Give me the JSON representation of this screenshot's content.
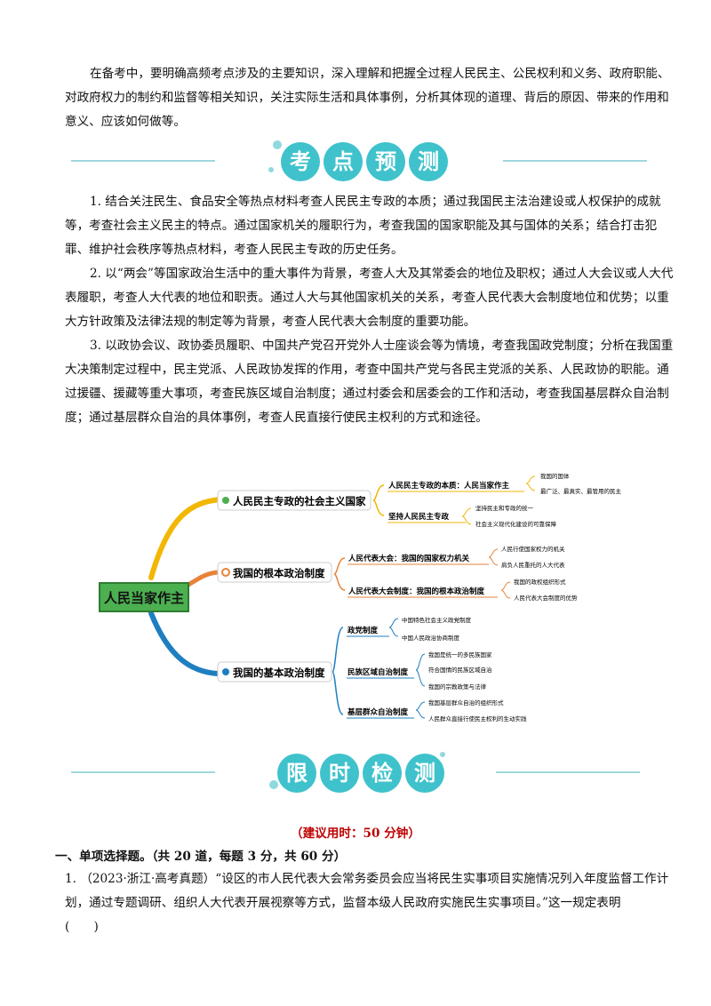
{
  "intro": "在备考中，要明确高频考点涉及的主要知识，深入理解和把握全过程人民民主、公民权利和义务、政府职能、对政府权力的制约和监督等相关知识，关注实际生活和具体事例，分析其体现的道理、背后的原因、带来的作用和意义、应该如何做等。",
  "banner1": [
    "考",
    "点",
    "预",
    "测"
  ],
  "predictions": [
    "1. 结合关注民生、食品安全等热点材料考查人民民主专政的本质；通过我国民主法治建设或人权保护的成就等，考查社会主义民主的特点。通过国家机关的履职行为，考查我国的国家职能及其与国体的关系；结合打击犯罪、维护社会秩序等热点材料，考查人民民主专政的历史任务。",
    "2. 以“两会”等国家政治生活中的重大事件为背景，考查人大及其常委会的地位及职权；通过人大会议或人大代表履职，考查人大代表的地位和职责。通过人大与其他国家机关的关系，考查人民代表大会制度地位和优势；以重大方针政策及法律法规的制定等为背景，考查人民代表大会制度的重要功能。",
    "3. 以政协会议、政协委员履职、中国共产党召开党外人士座谈会等为情境，考查我国政党制度；分析在我国重大决策制定过程中，民主党派、人民政协发挥的作用，考查中国共产党与各民主党派的关系、人民政协的职能。通过援疆、援藏等重大事项，考查民族区域自治制度；通过村委会和居委会的工作和活动，考查我国基层群众自治制度；通过基层群众自治的具体事例，考查人民直接行使民主权利的方式和途径。"
  ],
  "mindmap": {
    "root": "人民当家作主",
    "b1": {
      "label": "人民民主专政的社会主义国家",
      "c1": "人民民主专政的本质：人民当家作主",
      "c1_leaves": [
        "我国的国体",
        "最广泛、最真实、最管用的民主"
      ],
      "c2": "坚持人民民主专政",
      "c2_leaves": [
        "坚持民主和专政的统一",
        "社会主义现代化建设的可靠保障"
      ]
    },
    "b2": {
      "label": "我国的根本政治制度",
      "c1": "人民代表大会：我国的国家权力机关",
      "c1_leaves": [
        "人民行使国家权力的机关",
        "肩负人民重托的人大代表"
      ],
      "c2": "人民代表大会制度：我国的根本政治制度",
      "c2_leaves": [
        "我国的政权组织形式",
        "人民代表大会制度的优势"
      ]
    },
    "b3": {
      "label": "我国的基本政治制度",
      "c1": "政党制度",
      "c1_leaves": [
        "中国特色社会主义政党制度",
        "中国人民政治协商制度"
      ],
      "c2": "民族区域自治制度",
      "c2_leaves": [
        "我国是统一的多民族国家",
        "符合国情的民族区域自治",
        "我国的宗教政策与法律"
      ],
      "c3": "基层群众自治制度",
      "c3_leaves": [
        "我国基层群众自治的组织形式",
        "人民群众直接行使民主权利的生动实践"
      ]
    }
  },
  "banner2": [
    "限",
    "时",
    "检",
    "测"
  ],
  "recommend": "（建议用时：50 分钟）",
  "section": "一、单项选择题。（共 20 道，每题 3 分，共 60 分）",
  "question1": "1. （2023·浙江·高考真题）“设区的市人民代表大会常务委员会应当将民生实事项目实施情况列入年度监督工作计划，通过专题调研、组织人大代表开展视察等方式，监督本级人民政府实施民生实事项目。”这一规定表明",
  "question1_blank": "(　　)",
  "colors": {
    "banner": "#3fc2cc",
    "root_fill": "#4caf50",
    "branch1": "#f2b705",
    "branch2": "#e8833a",
    "branch3": "#1e7fc0",
    "red": "#c00000"
  }
}
